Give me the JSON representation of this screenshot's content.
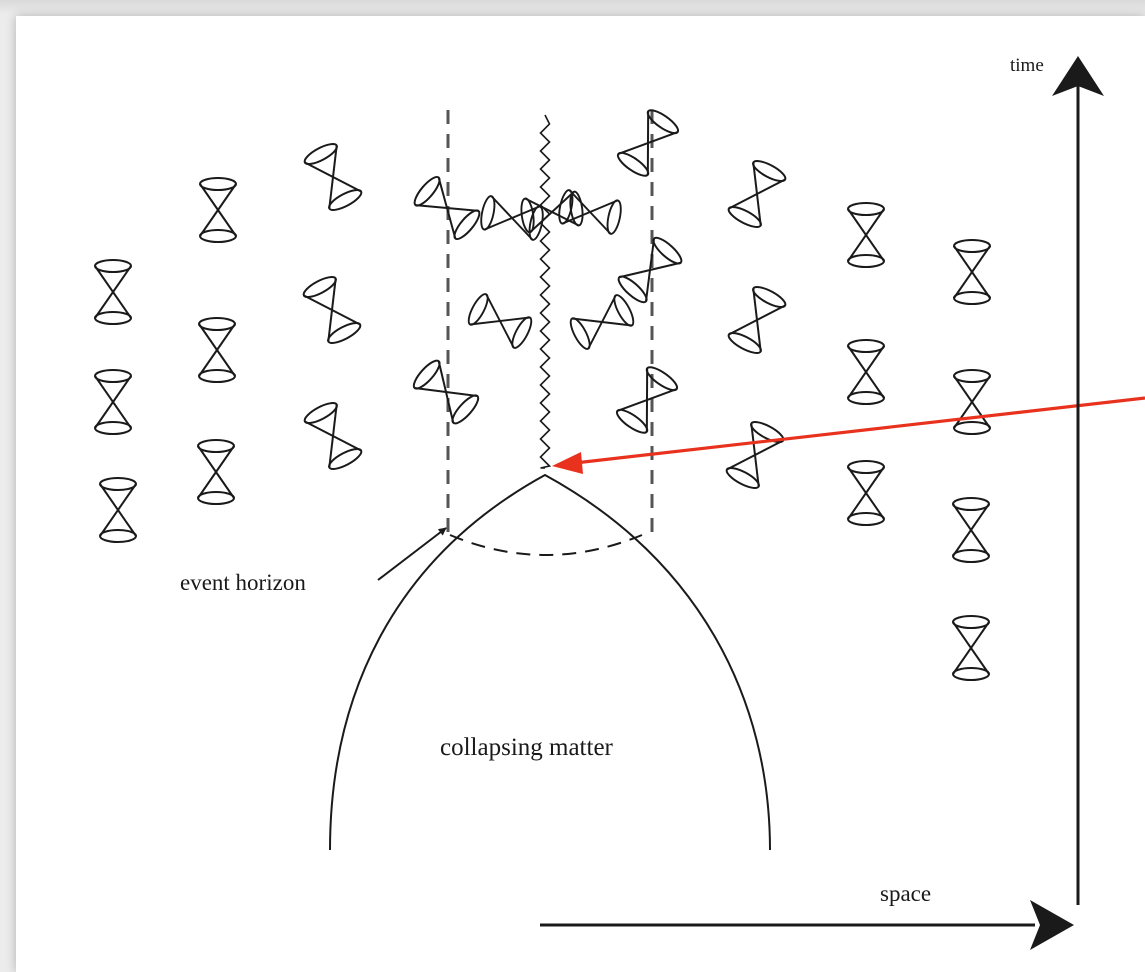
{
  "diagram": {
    "labels": {
      "time": "time",
      "space": "space",
      "event_horizon": "event horizon",
      "collapsing_matter": "collapsing matter"
    },
    "colors": {
      "ink": "#1a1a1a",
      "pointer_arrow": "#e8321e"
    }
  }
}
